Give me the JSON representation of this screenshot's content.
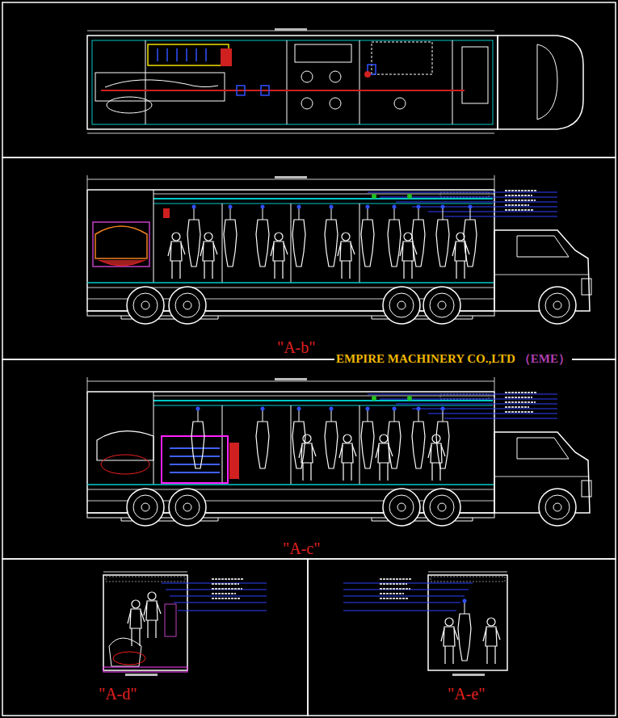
{
  "diagram": {
    "labels": [
      "\"A-b\"",
      "EMPIRE MACHINERY CO.,LTD",
      "（EME）",
      "\"A-c\"",
      "\"A-d\"",
      "\"A-e\""
    ]
  }
}
